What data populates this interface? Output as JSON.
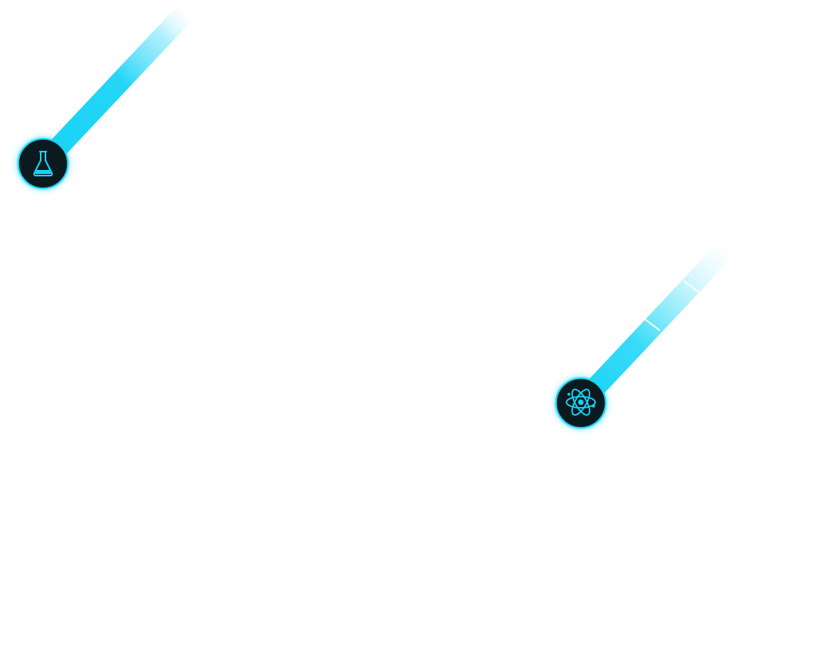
{
  "theme": {
    "accent": "#19d3f6",
    "accent_light": "#aeeefc",
    "badge_fill": "#0b1a1f",
    "background": "#ffffff"
  },
  "nodes": [
    {
      "id": "flask-node",
      "icon": "flask-icon",
      "progress_segments": 1
    },
    {
      "id": "atom-node",
      "icon": "atom-icon",
      "progress_segments": 3
    }
  ]
}
